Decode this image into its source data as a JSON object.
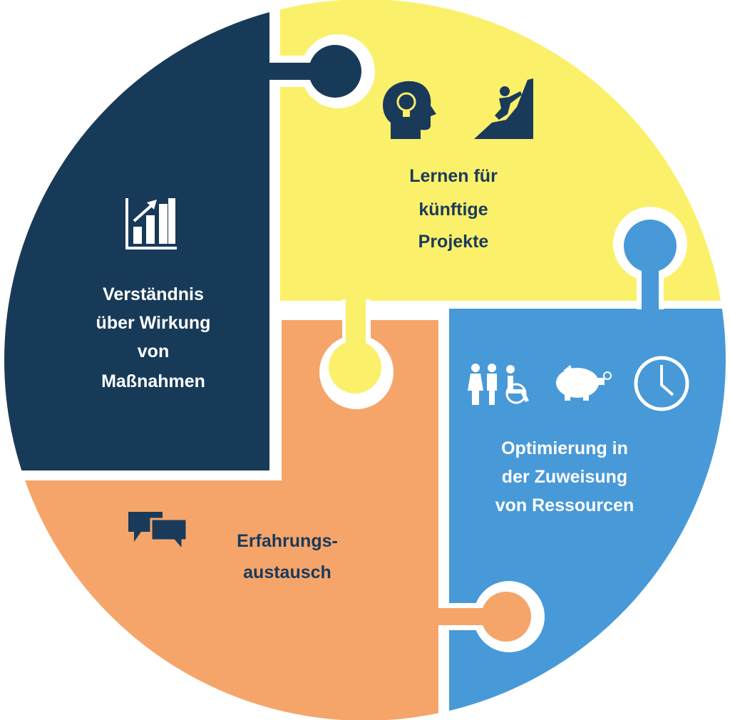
{
  "colors": {
    "navy": "#173a58",
    "yellow": "#fbf06a",
    "orange": "#f5a56a",
    "blue": "#4899d8"
  },
  "pieces": {
    "impact": {
      "lines": [
        "Verständnis",
        "über Wirkung",
        "von",
        "Maßnahmen"
      ],
      "icon": "bar-chart-growth-icon"
    },
    "learning": {
      "lines": [
        "Lernen für",
        "künftige",
        "Projekte"
      ],
      "icons": [
        "head-lightbulb-icon",
        "climber-icon"
      ]
    },
    "resources": {
      "lines": [
        "Optimierung in",
        "der Zuweisung",
        "von Ressourcen"
      ],
      "icons": [
        "people-icon",
        "piggy-bank-icon",
        "clock-icon"
      ]
    },
    "exchange": {
      "lines": [
        "Erfahrungs-",
        "austausch"
      ],
      "icon": "chat-bubbles-icon"
    }
  }
}
